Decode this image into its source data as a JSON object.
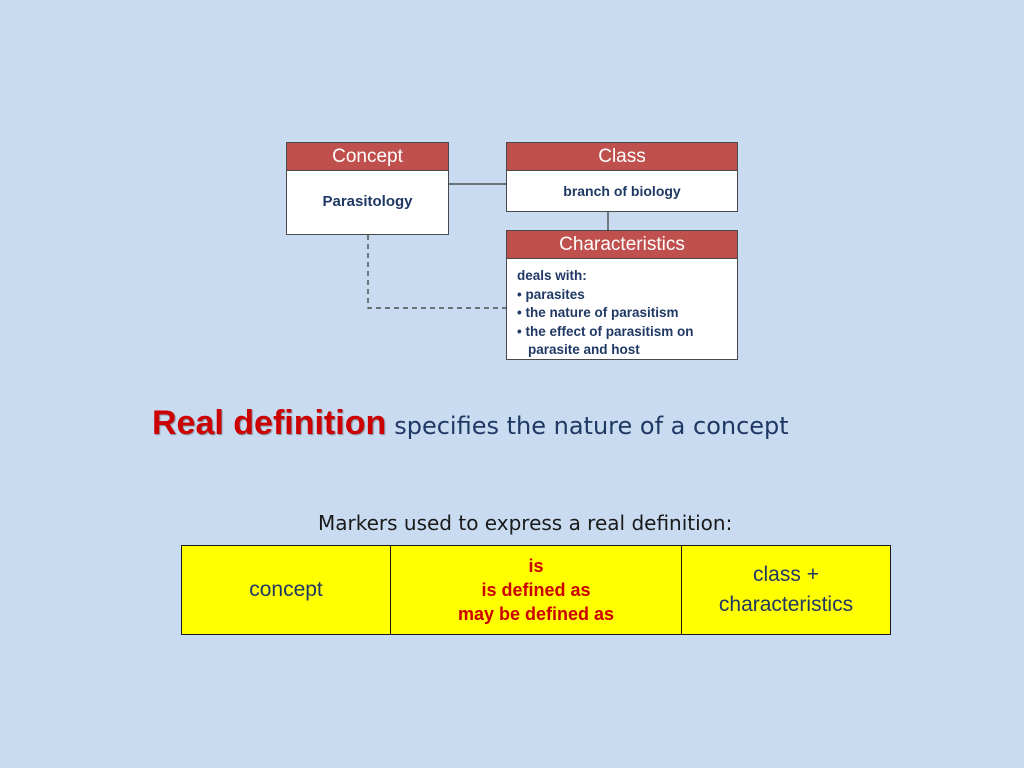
{
  "diagram": {
    "concept_box": {
      "header": "Concept",
      "body": "Parasitology"
    },
    "class_box": {
      "header": "Class",
      "body": "branch of biology"
    },
    "characteristics_box": {
      "header": "Characteristics",
      "lines": [
        "deals with:",
        "• parasites",
        "• the nature of parasitism",
        "• the effect of parasitism on",
        "parasite and host"
      ]
    }
  },
  "heading": {
    "emphasis": "Real definition",
    "rest": "specifies the nature of a concept"
  },
  "markers": {
    "caption": "Markers used to express a real definition:",
    "concept": "concept",
    "marker_lines": [
      "is",
      "is defined as",
      "may be defined as"
    ],
    "class_lines": [
      "class +",
      "characteristics"
    ]
  },
  "colors": {
    "background": "#c9dbf0",
    "header_fill": "#c0504d",
    "heading_red": "#cc0000",
    "navy_text": "#1f3864",
    "table_fill": "#ffff00"
  }
}
